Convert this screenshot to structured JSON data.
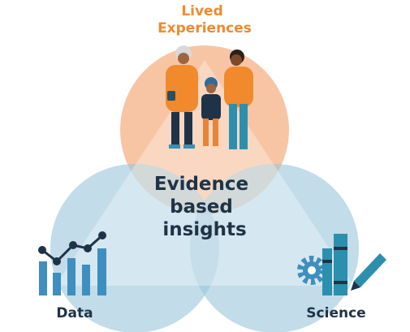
{
  "top_label": {
    "line1": "Lived",
    "line2": "Experiences"
  },
  "center_label": {
    "line1": "Evidence",
    "line2": "based",
    "line3": "insights"
  },
  "left_label": "Data",
  "right_label": "Science",
  "colors": {
    "orange_accent": "#F08A2C",
    "orange_circle": "#F6B58A",
    "blue_circle": "#9CC6DC",
    "data_blue": "#3E8FBF",
    "navy": "#1E3347",
    "teal": "#2D8FAE"
  },
  "icons": [
    "people-group-icon",
    "bar-line-chart-icon",
    "gear-icon",
    "books-icon",
    "pencil-icon"
  ]
}
